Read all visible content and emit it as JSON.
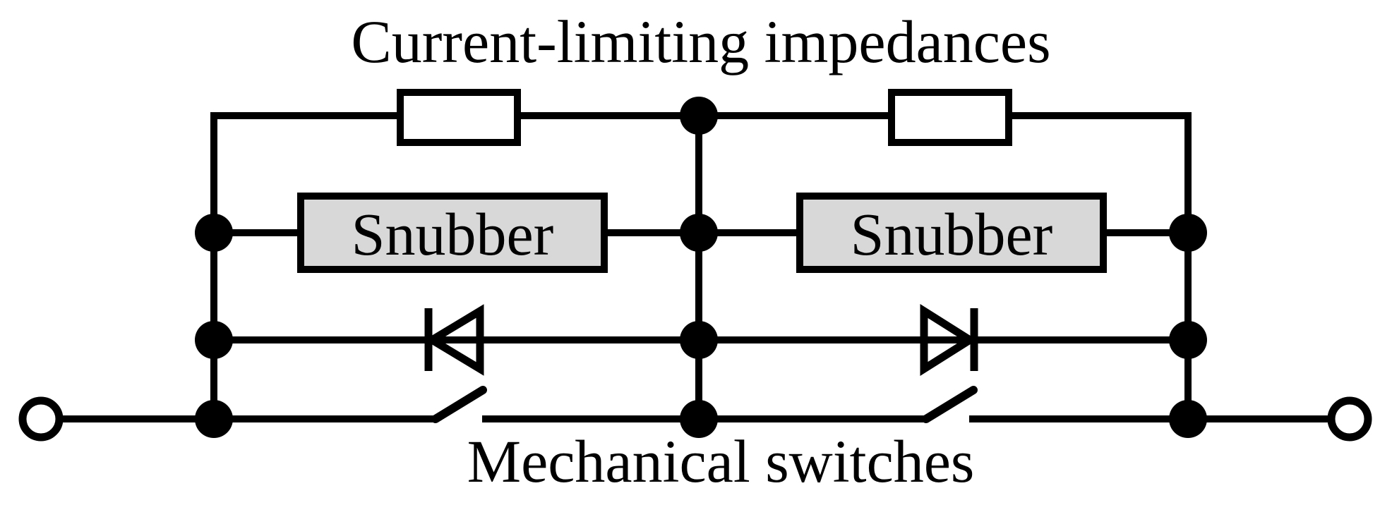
{
  "figure": {
    "title": "Current-limiting impedances",
    "bottom_label": "Mechanical switches"
  },
  "components": {
    "snubbers": [
      {
        "label": "Snubber"
      },
      {
        "label": "Snubber"
      }
    ]
  },
  "colors": {
    "line": "#000000",
    "bg": "#ffffff",
    "snubber_fill": "#d8d8d8",
    "component_fill": "#ffffff"
  }
}
